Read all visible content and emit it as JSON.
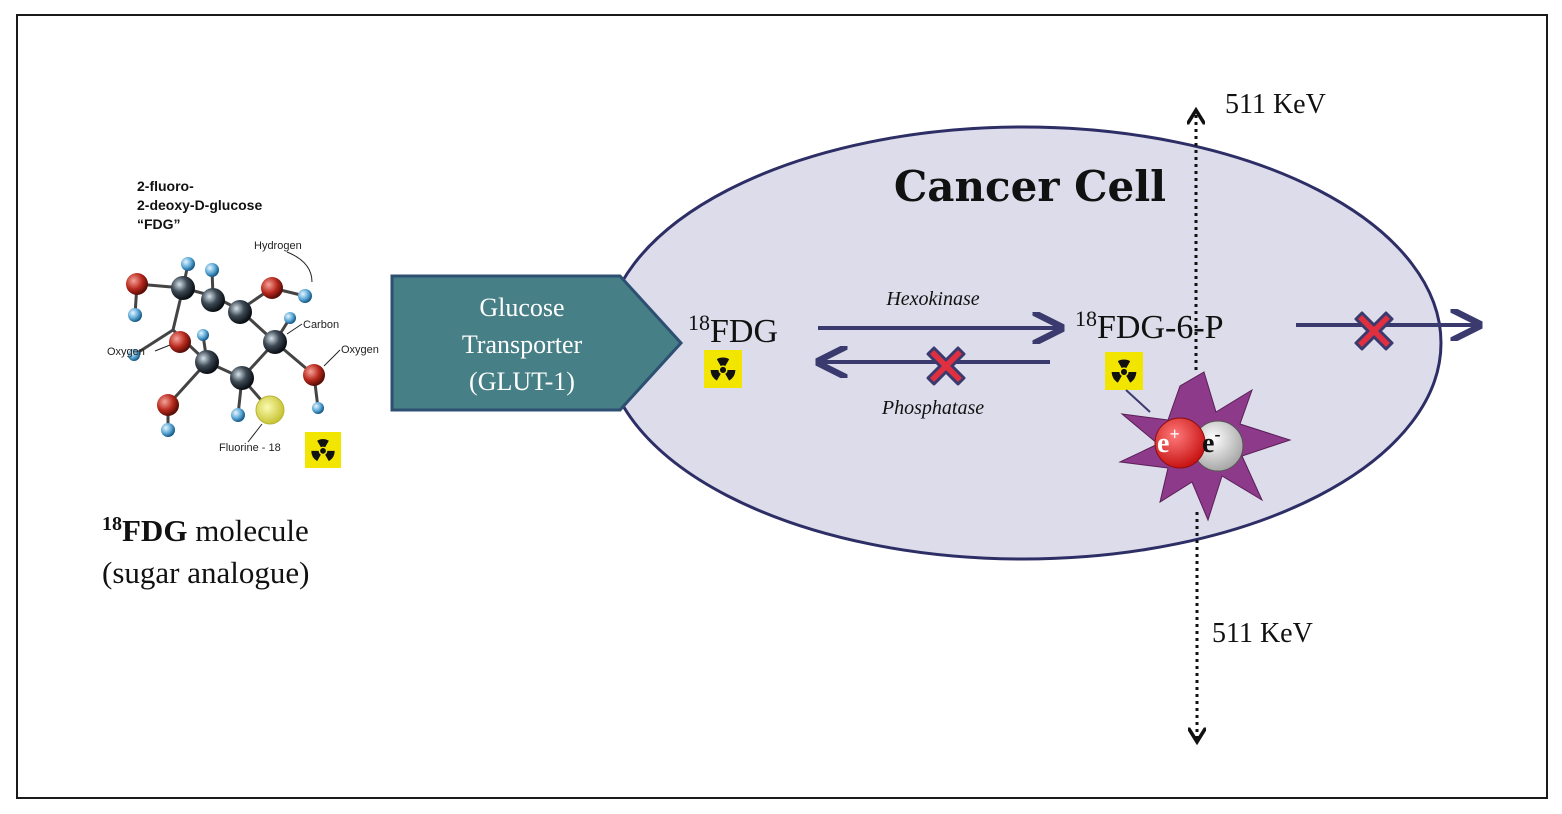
{
  "molecule": {
    "name_line1": "2-fluoro-",
    "name_line2": "2-deoxy-D-glucose",
    "name_line3": "“FDG”",
    "label_hydrogen": "Hydrogen",
    "label_carbon": "Carbon",
    "label_oxygen_left": "Oxygen",
    "label_oxygen_right": "Oxygen",
    "label_fluorine": "Fluorine - 18",
    "caption_superscript": "18",
    "caption_bold": "FDG",
    "caption_rest": " molecule",
    "caption_line2": "(sugar analogue)"
  },
  "transporter": {
    "line1": "Glucose",
    "line2": "Transporter",
    "line3": "(GLUT-1)"
  },
  "cell": {
    "title": "Cancer Cell",
    "fdg_superscript": "18",
    "fdg_label": "FDG",
    "fdg6p_superscript": "18",
    "fdg6p_label": "FDG-6-P",
    "hexokinase_label": "Hexokinase",
    "phosphatase_label": "Phosphatase",
    "positron_label": "e",
    "positron_charge": "+",
    "electron_label": "e",
    "electron_charge": "-"
  },
  "emission": {
    "top_label": "511 KeV",
    "bottom_label": "511 KeV"
  },
  "colors": {
    "cell_fill": "#dcdcea",
    "cell_stroke": "#2e2e66",
    "arrow": "#3a3a6e",
    "transporter_fill": "#467f85",
    "transporter_stroke": "#2d4f72",
    "cross": "#e03040",
    "burst": "#8e3a8a",
    "radiation_bg": "#f2e600"
  }
}
